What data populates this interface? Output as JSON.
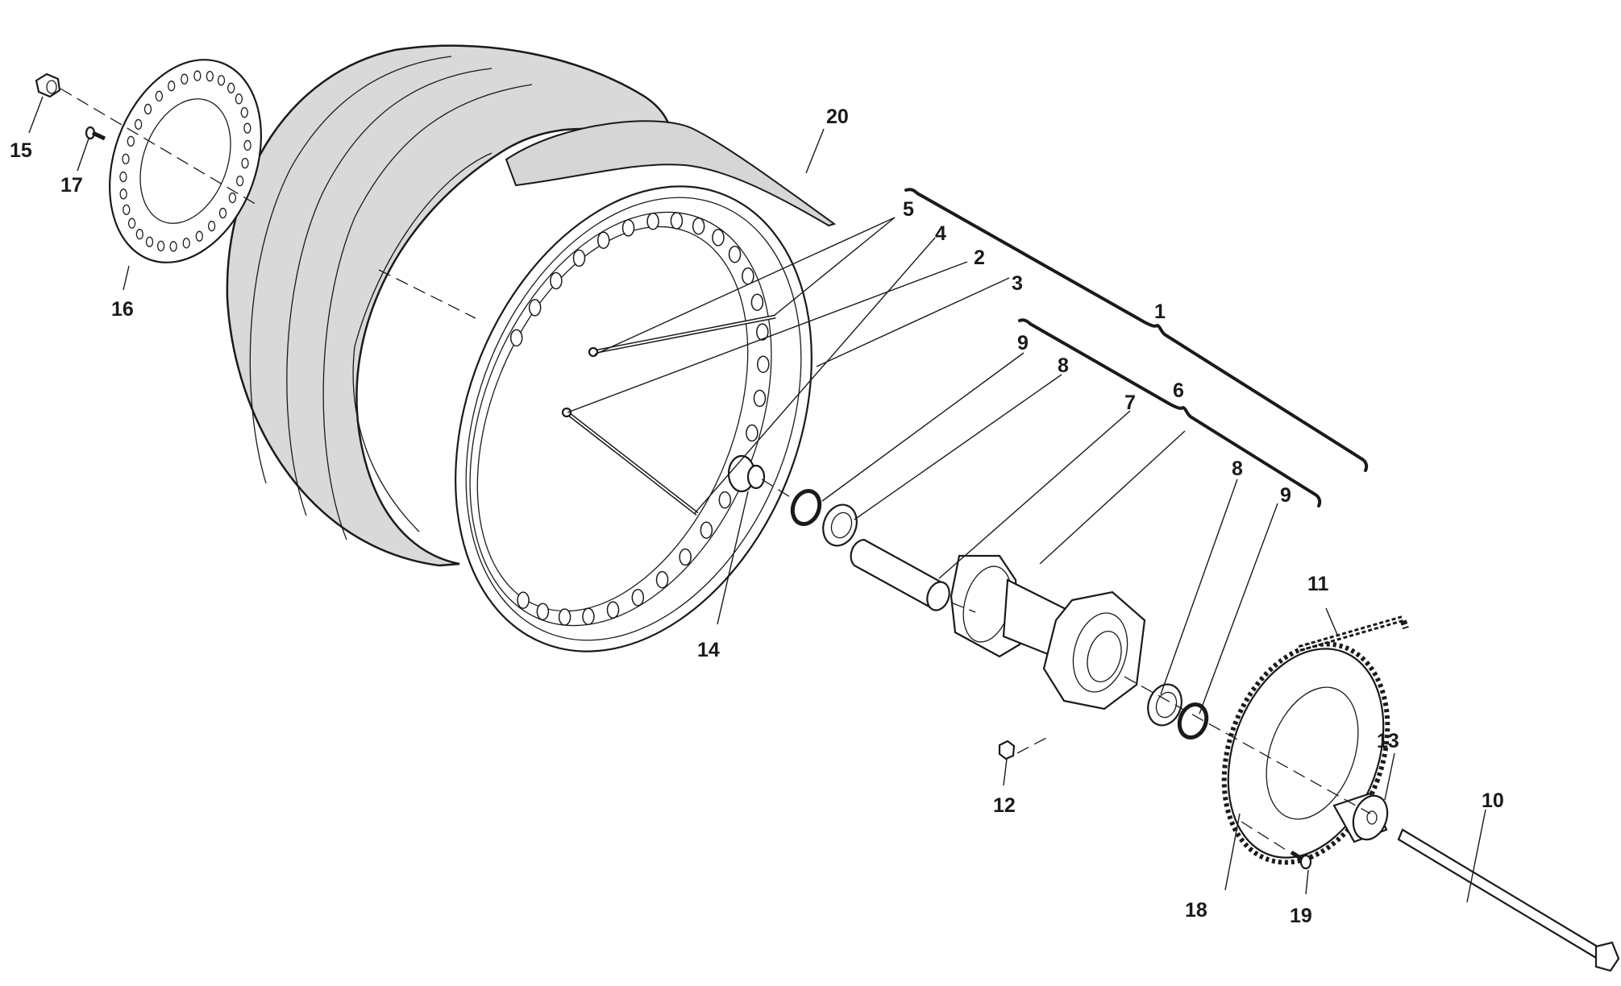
{
  "diagram": {
    "title": "Rear wheel exploded parts diagram",
    "colors": {
      "line": "#1a1a1a",
      "tire_fill": "#d9d9d9",
      "background": "#ffffff"
    },
    "callouts": [
      {
        "id": "1",
        "label": "1",
        "part": "rear wheel assembly (bracket group)"
      },
      {
        "id": "2",
        "label": "2",
        "part": "spoke"
      },
      {
        "id": "3",
        "label": "3",
        "part": "rim"
      },
      {
        "id": "4",
        "label": "4",
        "part": "spoke"
      },
      {
        "id": "5",
        "label": "5",
        "part": "spoke nipples"
      },
      {
        "id": "6",
        "label": "6",
        "part": "hub assembly (bracket group)"
      },
      {
        "id": "7",
        "label": "7",
        "part": "spacer tube"
      },
      {
        "id": "8a",
        "label": "8",
        "part": "bearing (left)"
      },
      {
        "id": "8b",
        "label": "8",
        "part": "bearing (right)"
      },
      {
        "id": "9a",
        "label": "9",
        "part": "oil seal (left)"
      },
      {
        "id": "9b",
        "label": "9",
        "part": "oil seal (right)"
      },
      {
        "id": "10",
        "label": "10",
        "part": "wheel axle"
      },
      {
        "id": "11",
        "label": "11",
        "part": "chain"
      },
      {
        "id": "12",
        "label": "12",
        "part": "nut"
      },
      {
        "id": "13",
        "label": "13",
        "part": "spacer"
      },
      {
        "id": "14",
        "label": "14",
        "part": "bushing"
      },
      {
        "id": "15",
        "label": "15",
        "part": "nut"
      },
      {
        "id": "16",
        "label": "16",
        "part": "brake disc"
      },
      {
        "id": "17",
        "label": "17",
        "part": "bolt"
      },
      {
        "id": "18",
        "label": "18",
        "part": "rear sprocket"
      },
      {
        "id": "19",
        "label": "19",
        "part": "bolt"
      },
      {
        "id": "20",
        "label": "20",
        "part": "rim band"
      }
    ]
  }
}
